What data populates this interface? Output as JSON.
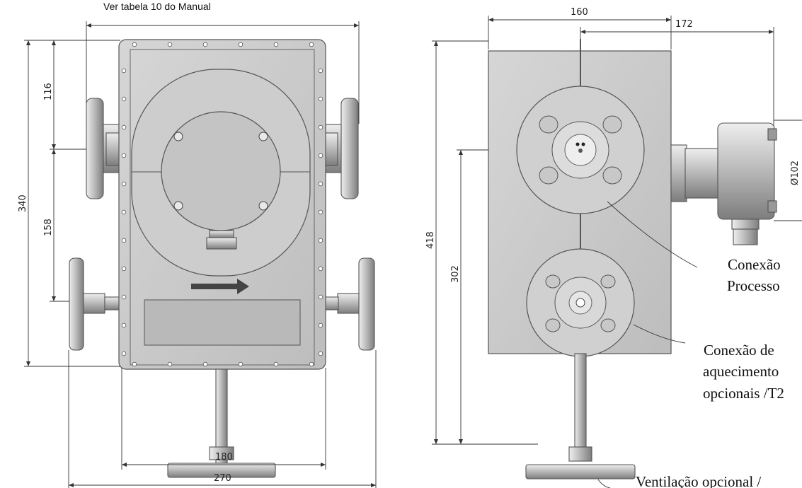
{
  "notes": {
    "manual_reference": "Ver tabela 10 do Manual"
  },
  "front_view": {
    "dimensions": {
      "overall_height": "340",
      "upper_height": "116",
      "middle_height": "158",
      "width_inner": "180",
      "width_overall": "270"
    }
  },
  "side_view": {
    "dimensions": {
      "width_body": "160",
      "width_to_housing": "172",
      "overall_height": "418",
      "process_height": "302",
      "housing_diameter": "Ø102"
    },
    "callouts": {
      "process_line1": "Conexão",
      "process_line2": "Processo",
      "heating_line1": "Conexão de",
      "heating_line2": "aquecimento",
      "heating_line3": "opcionais /T2",
      "vent": "Ventilação opcional /"
    }
  },
  "colors": {
    "body": "#c9c9c9",
    "metal_dark": "#8f8f8f",
    "outline": "#555555",
    "arrow": "#444444"
  }
}
